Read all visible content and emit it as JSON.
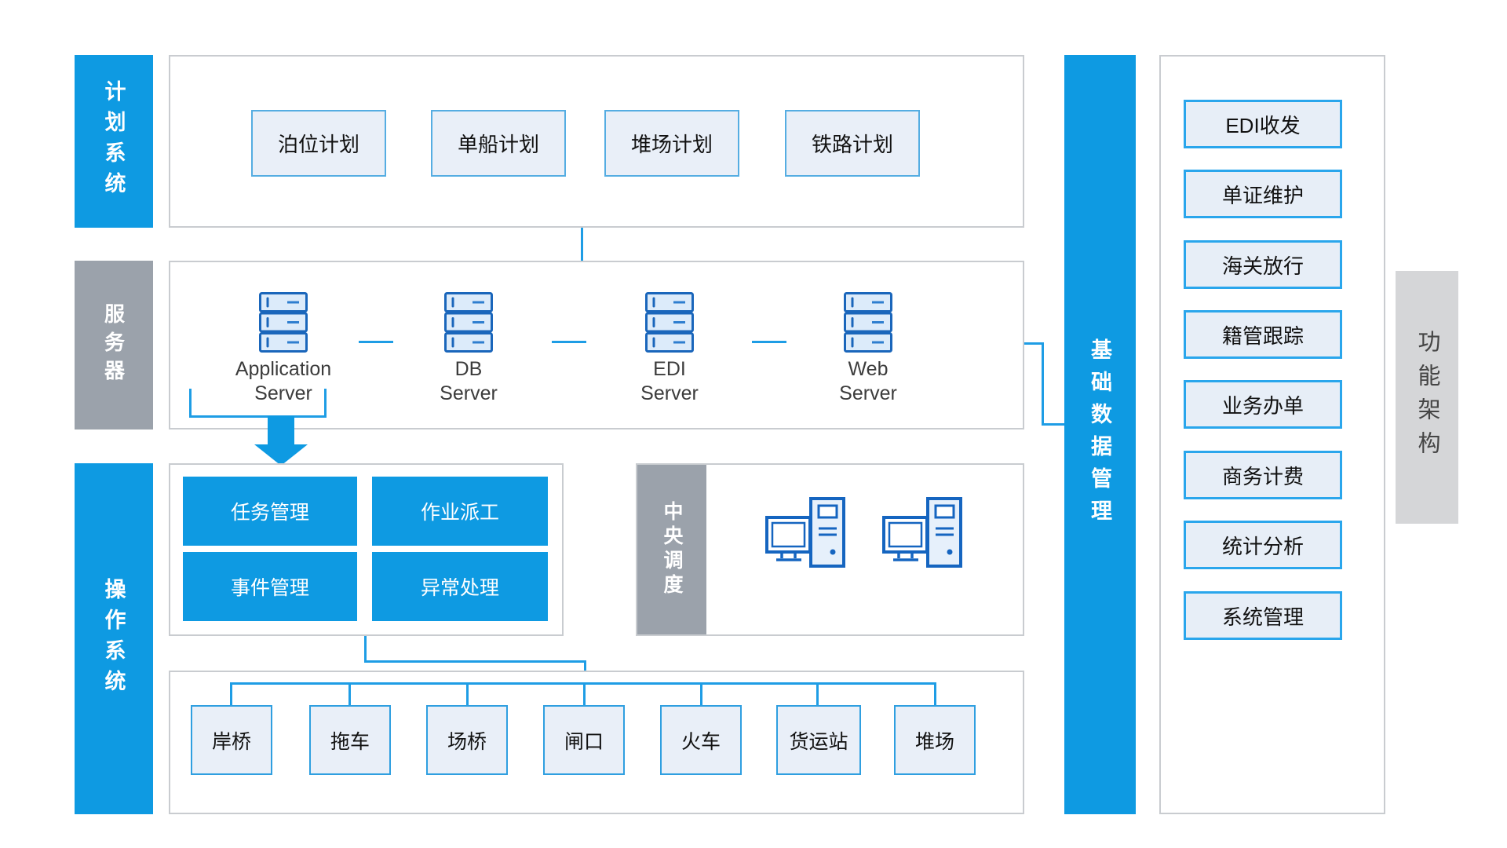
{
  "palette": {
    "accent_blue": "#0e9ae2",
    "connector_blue": "#1e9de5",
    "bar_gray": "#9ba2ab",
    "light_bar_gray": "#d5d6d8",
    "panel_border_gray": "#c9ccd0",
    "light_box_fill": "#e9eff8",
    "light_box_border": "#2f9fe0",
    "icon_stroke_blue": "#1a66bb"
  },
  "sidebars": {
    "planning": "计划系统",
    "server": "服务器",
    "operation": "操作系统",
    "base_data": "基础数据管理",
    "central": "中央调度",
    "functional": "功能架构"
  },
  "planning": {
    "items": [
      "泊位计划",
      "单船计划",
      "堆场计划",
      "铁路计划"
    ]
  },
  "servers": {
    "items": [
      {
        "line1": "Application",
        "line2": "Server"
      },
      {
        "line1": "DB",
        "line2": "Server"
      },
      {
        "line1": "EDI",
        "line2": "Server"
      },
      {
        "line1": "Web",
        "line2": "Server"
      }
    ]
  },
  "operations": {
    "items": [
      "任务管理",
      "作业派工",
      "事件管理",
      "异常处理"
    ]
  },
  "equipment": {
    "items": [
      "岸桥",
      "拖车",
      "场桥",
      "闸口",
      "火车",
      "货运站",
      "堆场"
    ]
  },
  "functions": {
    "items": [
      "EDI收发",
      "单证维护",
      "海关放行",
      "籍管跟踪",
      "业务办单",
      "商务计费",
      "统计分析",
      "系统管理"
    ]
  }
}
